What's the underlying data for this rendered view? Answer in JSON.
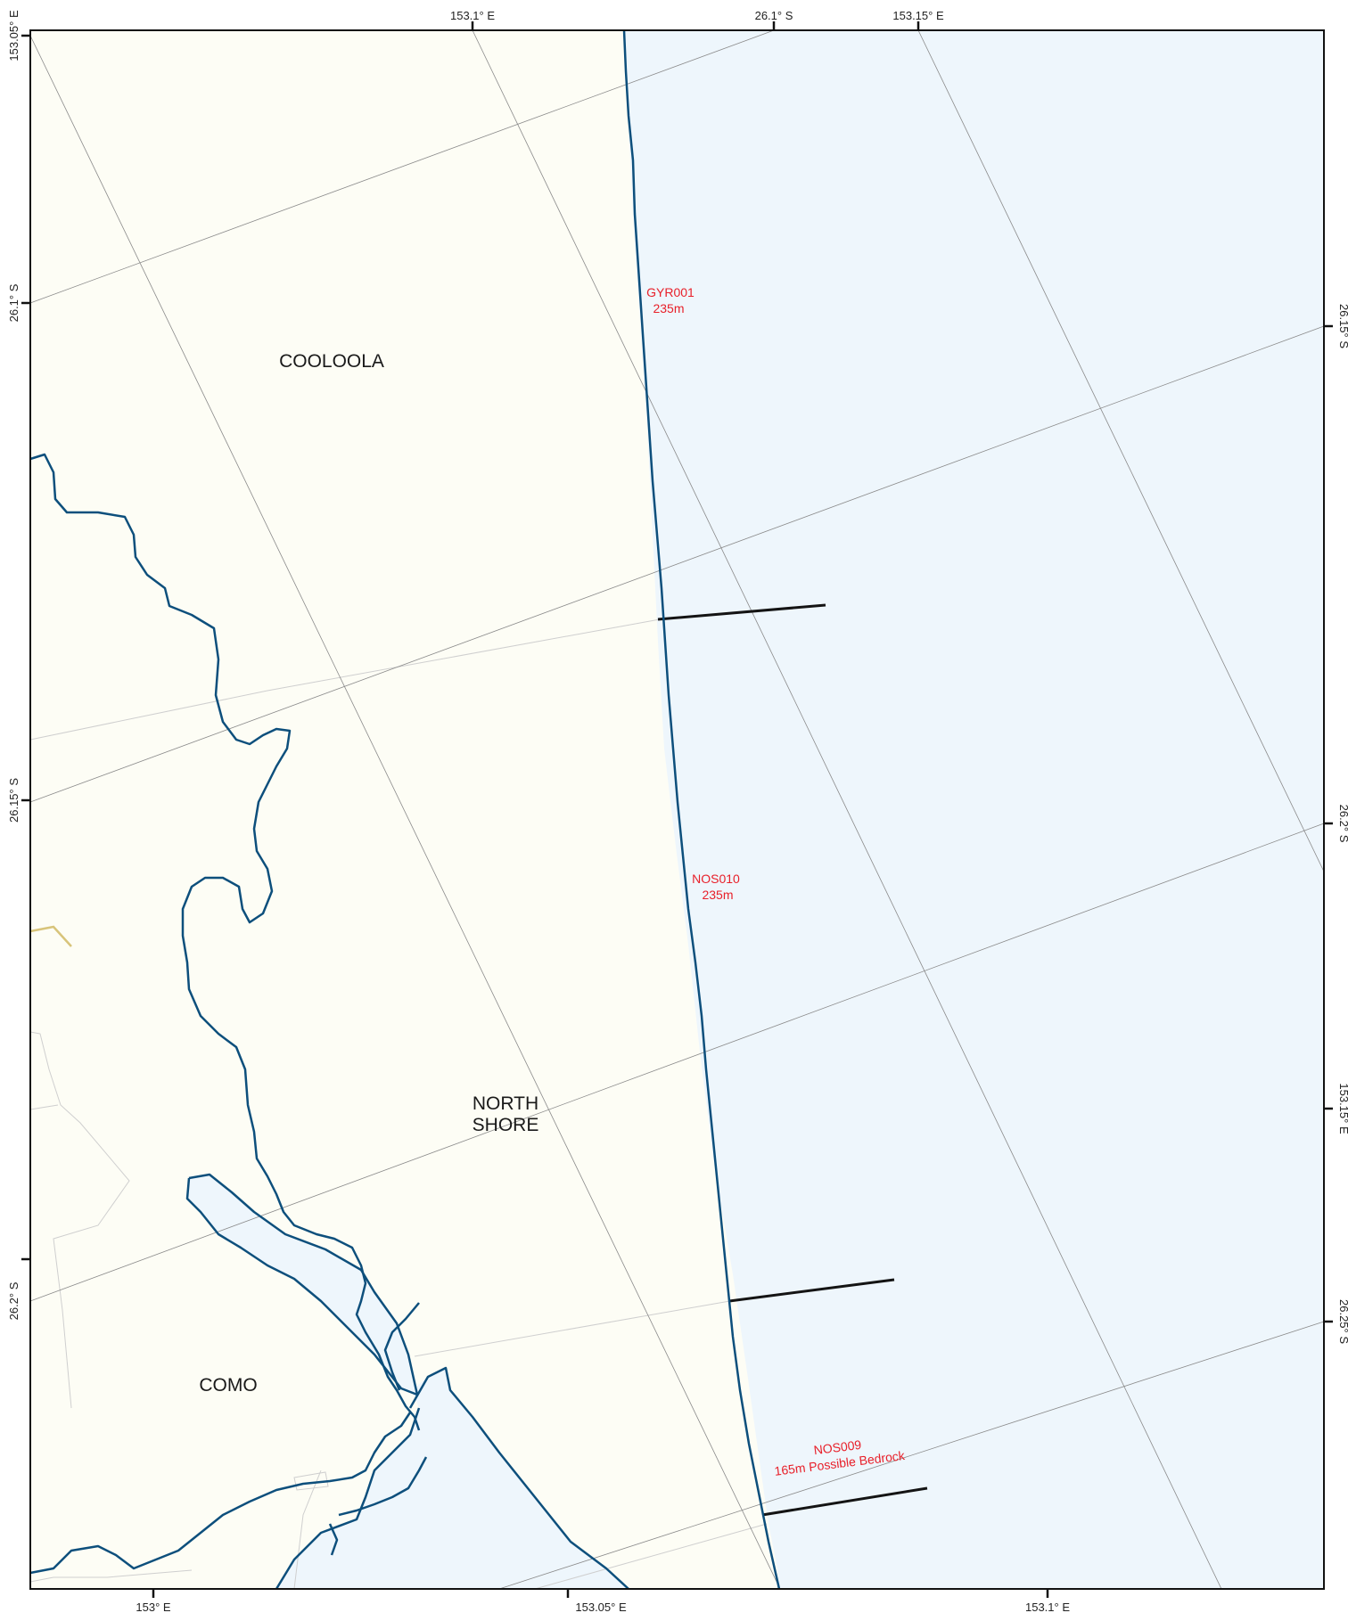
{
  "colors": {
    "land": "#fdfdf5",
    "sea": "#eef6fc",
    "coast": "#0d4f7c",
    "grid": "#8a8a8a",
    "transect": "#141414",
    "label_red": "#e8202a",
    "road": "#d8c47a"
  },
  "ticks": {
    "top": [
      "153.1° E",
      "26.1° S",
      "153.15° E"
    ],
    "bottom": [
      "153° E",
      "153.05° E",
      "153.1° E"
    ],
    "left": [
      "153.05° E",
      "26.1° S",
      "26.15° S",
      "26.2° S"
    ],
    "right": [
      "26.15° S",
      "26.2° S",
      "153.15° E",
      "26.25° S"
    ]
  },
  "places": {
    "cooloola": "COOLOOLA",
    "north_shore_1": "NORTH",
    "north_shore_2": "SHORE",
    "como": "COMO"
  },
  "bores": [
    {
      "name": "GYR001",
      "depth": "235m"
    },
    {
      "name": "NOS010",
      "depth": "235m"
    },
    {
      "name": "NOS009",
      "depth": "165m Possible Bedrock"
    }
  ]
}
